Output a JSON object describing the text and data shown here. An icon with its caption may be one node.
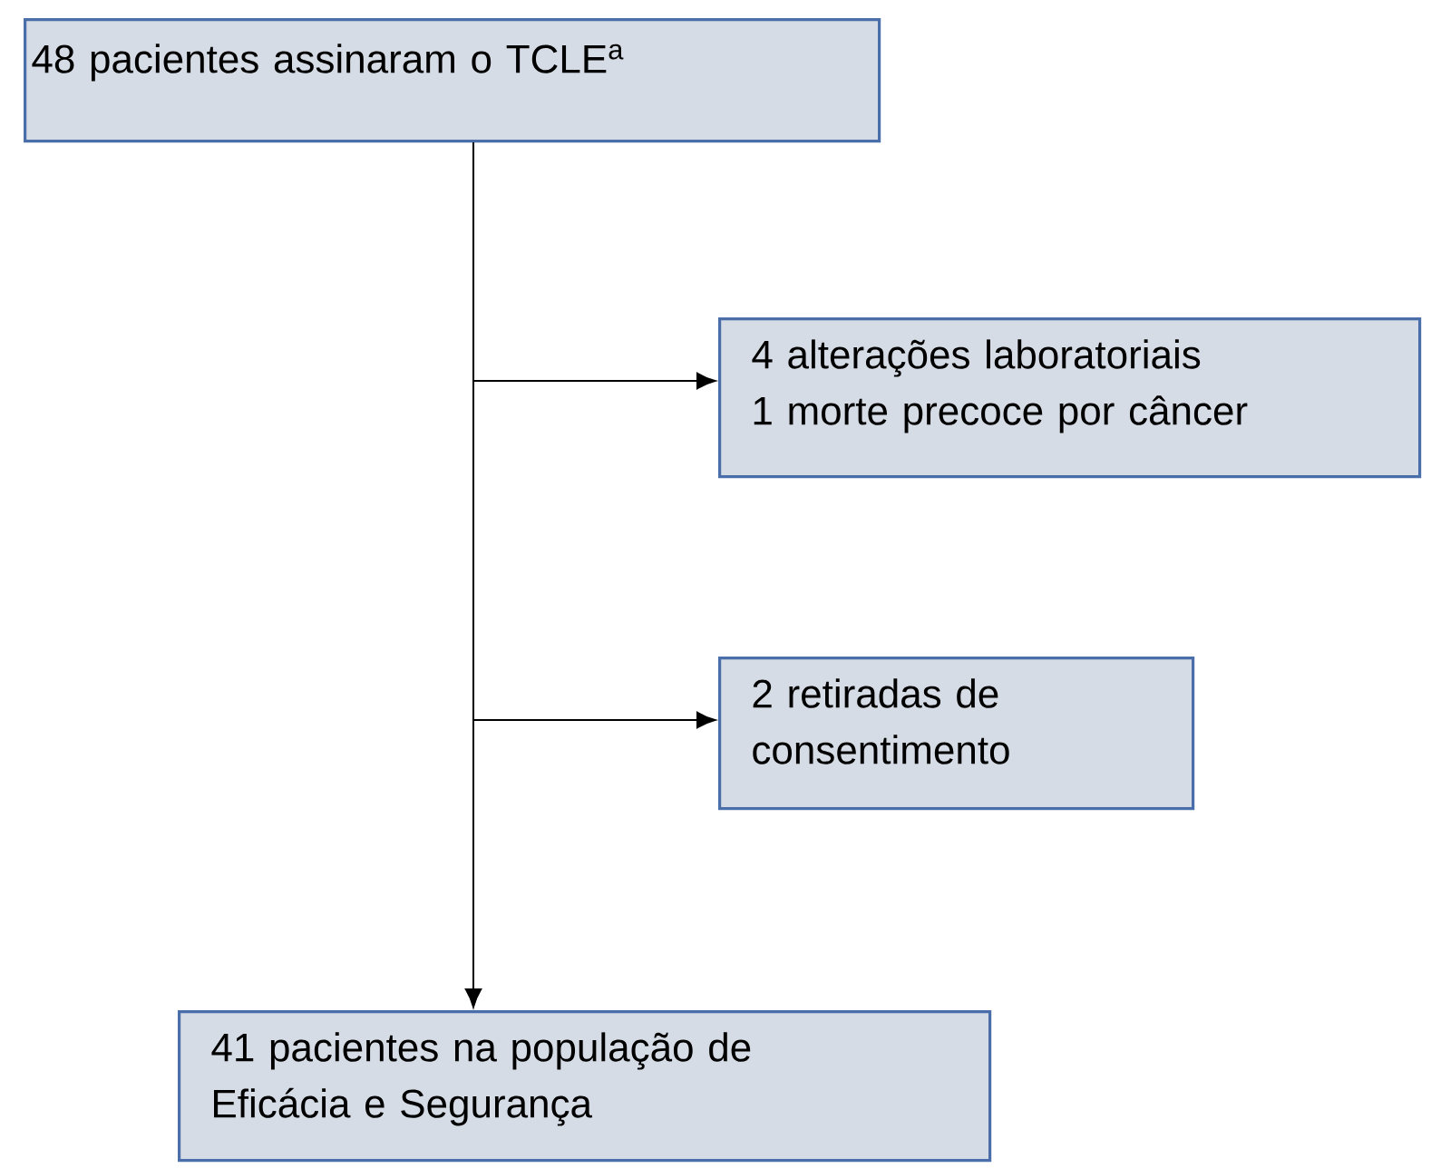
{
  "diagram": {
    "nodes": [
      {
        "text": [
          "48 pacientes assinaram o TCLE$^{a}$"
        ]
      },
      {
        "text": [
          "4 alterações laboratoriais",
          "1 morte precoce por câncer"
        ]
      },
      {
        "text": [
          "2 retiradas de consentimento"
        ]
      },
      {
        "text": [
          "41 pacientes na população de Eficácia e Segurança"
        ]
      }
    ],
    "edges": [
      {
        "from": 0,
        "to": 1,
        "arrow": "to"
      },
      {
        "from": 0,
        "to": 2,
        "arrow": "to"
      },
      {
        "from": 0,
        "to": 3,
        "arrow": "to"
      }
    ]
  }
}
